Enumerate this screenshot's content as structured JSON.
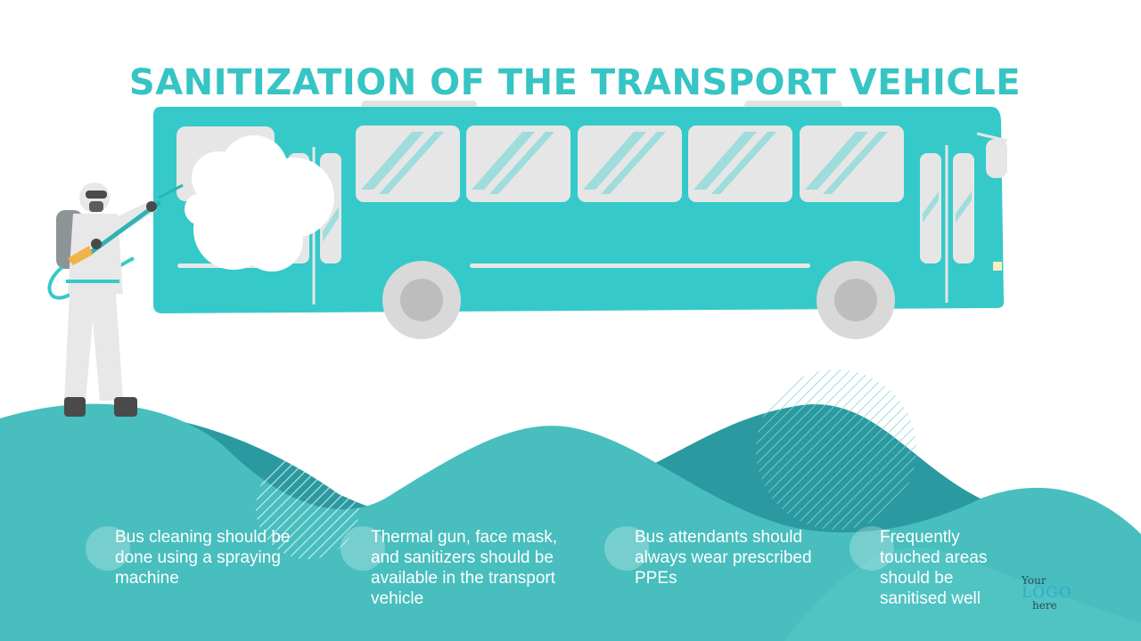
{
  "slide": {
    "title": "SANITIZATION OF THE TRANSPORT VEHICLE"
  },
  "tips": [
    {
      "text": "Bus cleaning should be done using a spraying machine"
    },
    {
      "text": "Thermal gun, face mask, and sanitizers should be available in the transport vehicle"
    },
    {
      "text": "Bus attendants should always wear prescribed PPEs"
    },
    {
      "text": "Frequently touched areas should be sanitised well"
    }
  ],
  "logo": {
    "line1": "Your",
    "line2": "LOGO",
    "line3": "here"
  },
  "colors": {
    "accent": "#36c4c4",
    "bus": "#36c9c9",
    "wave_dark": "#2a9aa0",
    "wave_light": "#48bebe",
    "window": "#e6e6e6",
    "suit": "#e8e8e8"
  }
}
